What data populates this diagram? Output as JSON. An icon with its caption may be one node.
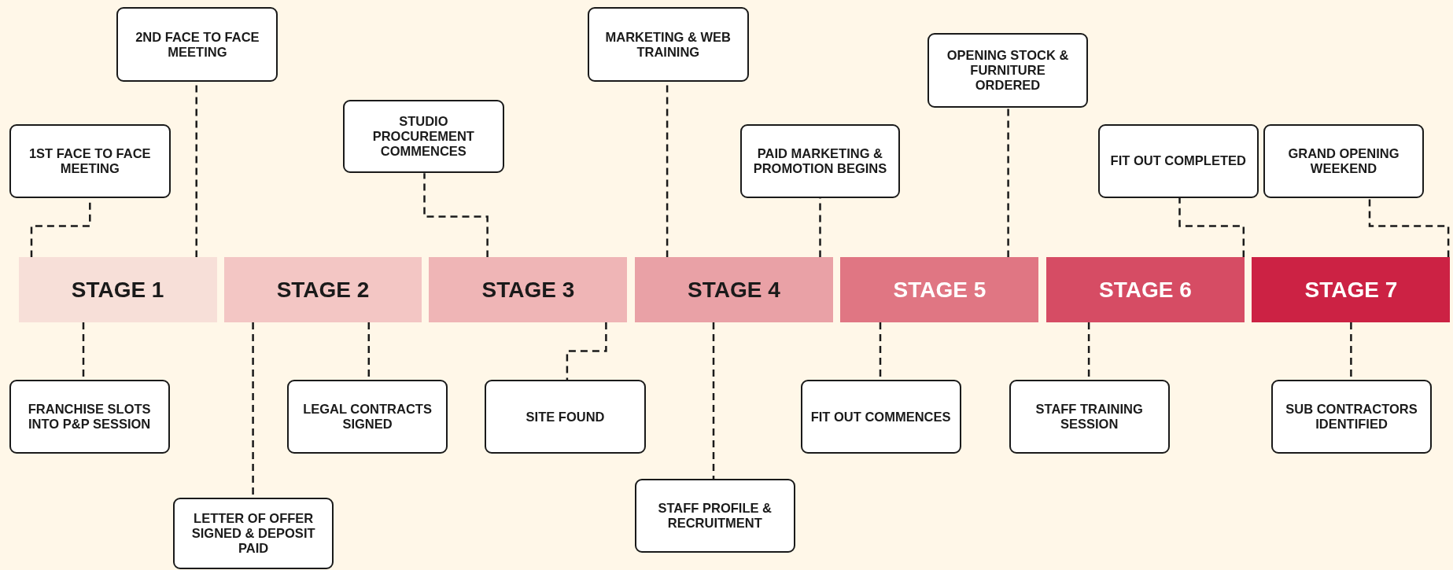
{
  "diagram": {
    "nodes": [
      {
        "text": [
          "STAGE 1"
        ]
      },
      {
        "text": [
          "STAGE 2"
        ]
      },
      {
        "text": [
          "STAGE 3"
        ]
      },
      {
        "text": [
          "STAGE 4"
        ]
      },
      {
        "text": [
          "STAGE 5"
        ]
      },
      {
        "text": [
          "STAGE 6"
        ]
      },
      {
        "text": [
          "STAGE 7"
        ]
      },
      {
        "text": [
          "1ST FACE TO FACE MEETING"
        ]
      },
      {
        "text": [
          "2ND FACE TO FACE MEETING"
        ]
      },
      {
        "text": [
          "STUDIO PROCUREMENT COMMENCES"
        ]
      },
      {
        "text": [
          "MARKETING & WEB TRAINING"
        ]
      },
      {
        "text": [
          "PAID MARKETING & PROMOTION BEGINS"
        ]
      },
      {
        "text": [
          "OPENING STOCK & FURNITURE ORDERED"
        ]
      },
      {
        "text": [
          "FIT OUT COMPLETED"
        ]
      },
      {
        "text": [
          "GRAND OPENING WEEKEND"
        ]
      },
      {
        "text": [
          "FRANCHISE SLOTS INTO P&P SESSION"
        ]
      },
      {
        "text": [
          "LETTER OF OFFER SIGNED & DEPOSIT PAID"
        ]
      },
      {
        "text": [
          "LEGAL CONTRACTS SIGNED"
        ]
      },
      {
        "text": [
          "SITE FOUND"
        ]
      },
      {
        "text": [
          "STAFF PROFILE & RECRUITMENT"
        ]
      },
      {
        "text": [
          "FIT OUT COMMENCES"
        ]
      },
      {
        "text": [
          "STAFF TRAINING SESSION"
        ]
      },
      {
        "text": [
          "SUB CONTRACTORS IDENTIFIED"
        ]
      }
    ],
    "edges": [
      {
        "from": 0,
        "to": 7,
        "arrow": "none",
        "style": "dashed"
      },
      {
        "from": 0,
        "to": 8,
        "arrow": "none",
        "style": "dashed"
      },
      {
        "from": 2,
        "to": 9,
        "arrow": "none",
        "style": "dashed"
      },
      {
        "from": 3,
        "to": 10,
        "arrow": "none",
        "style": "dashed"
      },
      {
        "from": 3,
        "to": 11,
        "arrow": "none",
        "style": "dashed"
      },
      {
        "from": 4,
        "to": 12,
        "arrow": "none",
        "style": "dashed"
      },
      {
        "from": 5,
        "to": 13,
        "arrow": "none",
        "style": "dashed"
      },
      {
        "from": 6,
        "to": 14,
        "arrow": "none",
        "style": "dashed"
      },
      {
        "from": 0,
        "to": 15,
        "arrow": "none",
        "style": "dashed"
      },
      {
        "from": 1,
        "to": 16,
        "arrow": "none",
        "style": "dashed"
      },
      {
        "from": 1,
        "to": 17,
        "arrow": "none",
        "style": "dashed"
      },
      {
        "from": 2,
        "to": 18,
        "arrow": "none",
        "style": "dashed"
      },
      {
        "from": 3,
        "to": 19,
        "arrow": "none",
        "style": "dashed"
      },
      {
        "from": 4,
        "to": 20,
        "arrow": "none",
        "style": "dashed"
      },
      {
        "from": 5,
        "to": 21,
        "arrow": "none",
        "style": "dashed"
      },
      {
        "from": 6,
        "to": 22,
        "arrow": "none",
        "style": "dashed"
      }
    ]
  }
}
